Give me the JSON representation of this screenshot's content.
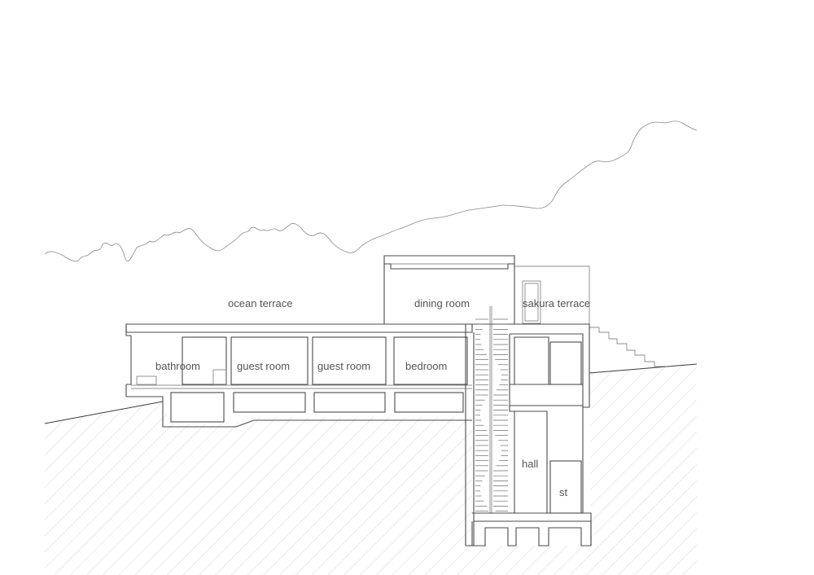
{
  "drawing": {
    "labels": {
      "ocean_terrace": "ocean terrace",
      "dining_room": "dining room",
      "sakura_terrace": "sakura terrace",
      "bathroom": "bathroom",
      "guest_room_1": "guest room",
      "guest_room_2": "guest room",
      "bedroom": "bedroom",
      "hall": "hall",
      "storage": "st"
    },
    "colors": {
      "line": "#4a4a4a",
      "text": "#555555",
      "hatch": "#d6d6d6",
      "background": "#ffffff"
    }
  }
}
